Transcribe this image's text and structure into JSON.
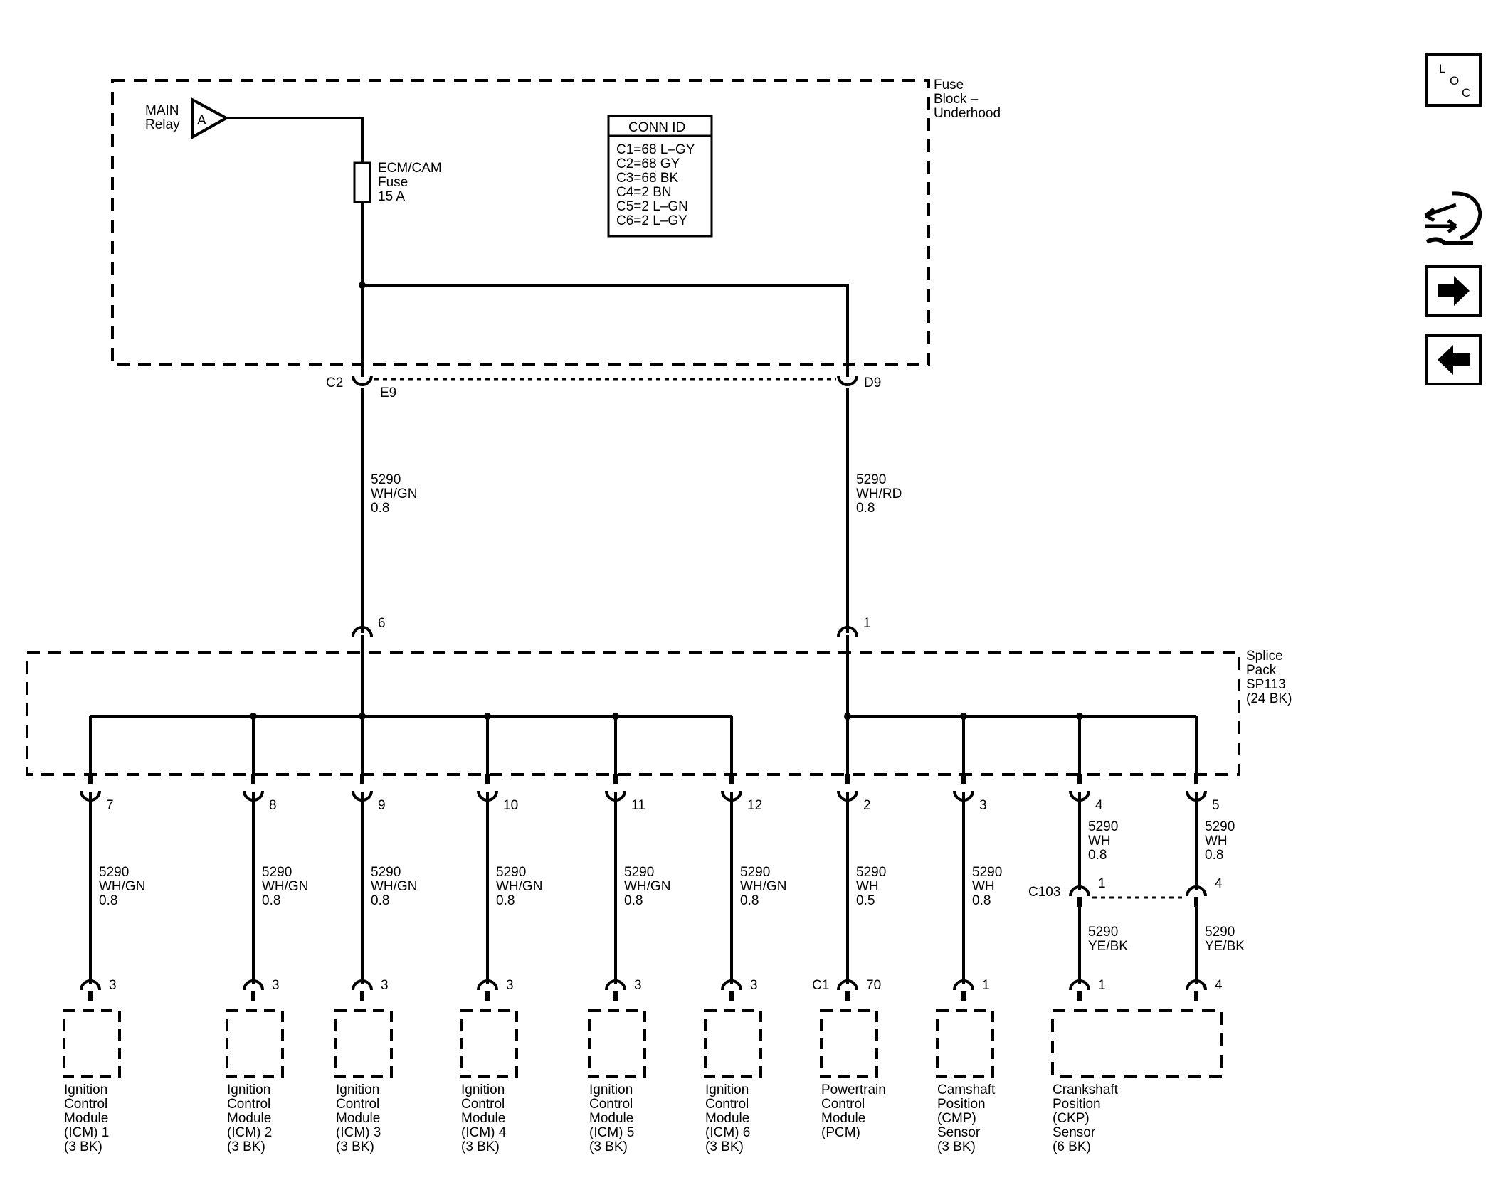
{
  "fuse_block": {
    "label_lines": [
      "Fuse",
      "Block –",
      "Underhood"
    ],
    "relay_lines": [
      "MAIN",
      "Relay"
    ],
    "relay_pin": "A",
    "fuse_lines": [
      "ECM/CAM",
      "Fuse",
      "15 A"
    ],
    "conn_id": {
      "title": "CONN ID",
      "rows": [
        "C1=68 L–GY",
        "C2=68 GY",
        "C3=68 BK",
        "C4=2 BN",
        "C5=2 L–GN",
        "C6=2 L–GY"
      ]
    },
    "left_out": {
      "conn": "C2",
      "pin": "E9"
    },
    "right_out": {
      "pin": "D9"
    }
  },
  "feed_wires": {
    "left": [
      "5290",
      "WH/GN",
      "0.8"
    ],
    "right": [
      "5290",
      "WH/RD",
      "0.8"
    ]
  },
  "splice_pack": {
    "label_lines": [
      "Splice",
      "Pack",
      "SP113",
      "(24 BK)"
    ],
    "in_left_pin": "6",
    "in_right_pin": "1",
    "outputs": [
      {
        "pin": "7",
        "wire": [
          "5290",
          "WH/GN",
          "0.8"
        ],
        "comp_pin": "3",
        "comp_lines": [
          "Ignition",
          "Control",
          "Module",
          "(ICM) 1",
          "(3 BK)"
        ]
      },
      {
        "pin": "8",
        "wire": [
          "5290",
          "WH/GN",
          "0.8"
        ],
        "comp_pin": "3",
        "comp_lines": [
          "Ignition",
          "Control",
          "Module",
          "(ICM) 2",
          "(3 BK)"
        ]
      },
      {
        "pin": "9",
        "wire": [
          "5290",
          "WH/GN",
          "0.8"
        ],
        "comp_pin": "3",
        "comp_lines": [
          "Ignition",
          "Control",
          "Module",
          "(ICM) 3",
          "(3 BK)"
        ]
      },
      {
        "pin": "10",
        "wire": [
          "5290",
          "WH/GN",
          "0.8"
        ],
        "comp_pin": "3",
        "comp_lines": [
          "Ignition",
          "Control",
          "Module",
          "(ICM) 4",
          "(3 BK)"
        ]
      },
      {
        "pin": "11",
        "wire": [
          "5290",
          "WH/GN",
          "0.8"
        ],
        "comp_pin": "3",
        "comp_lines": [
          "Ignition",
          "Control",
          "Module",
          "(ICM) 5",
          "(3 BK)"
        ]
      },
      {
        "pin": "12",
        "wire": [
          "5290",
          "WH/GN",
          "0.8"
        ],
        "comp_pin": "3",
        "comp_lines": [
          "Ignition",
          "Control",
          "Module",
          "(ICM) 6",
          "(3 BK)"
        ]
      },
      {
        "pin": "2",
        "wire": [
          "5290",
          "WH",
          "0.5"
        ],
        "comp_conn": "C1",
        "comp_pin": "70",
        "comp_lines": [
          "Powertrain",
          "Control",
          "Module",
          "(PCM)"
        ]
      },
      {
        "pin": "3",
        "wire": [
          "5290",
          "WH",
          "0.8"
        ],
        "comp_pin": "1",
        "comp_lines": [
          "Camshaft",
          "Position",
          "(CMP)",
          "Sensor",
          "(3 BK)"
        ]
      },
      {
        "pin": "4",
        "wire": [
          "5290",
          "WH",
          "0.8"
        ],
        "inline_conn": "C103",
        "inline_pin": "1",
        "wire2": [
          "5290",
          "YE/BK"
        ],
        "comp_pin": "1"
      },
      {
        "pin": "5",
        "wire": [
          "5290",
          "WH",
          "0.8"
        ],
        "inline_pin": "4",
        "wire2": [
          "5290",
          "YE/BK"
        ],
        "comp_pin": "4"
      }
    ],
    "ckp_lines": [
      "Crankshaft",
      "Position",
      "(CKP)",
      "Sensor",
      "(6 BK)"
    ]
  },
  "nav": {
    "loc_letters": [
      "L",
      "O",
      "C"
    ],
    "icons": [
      "loc-icon",
      "schematic-icon",
      "next-arrow-icon",
      "previous-arrow-icon"
    ]
  }
}
